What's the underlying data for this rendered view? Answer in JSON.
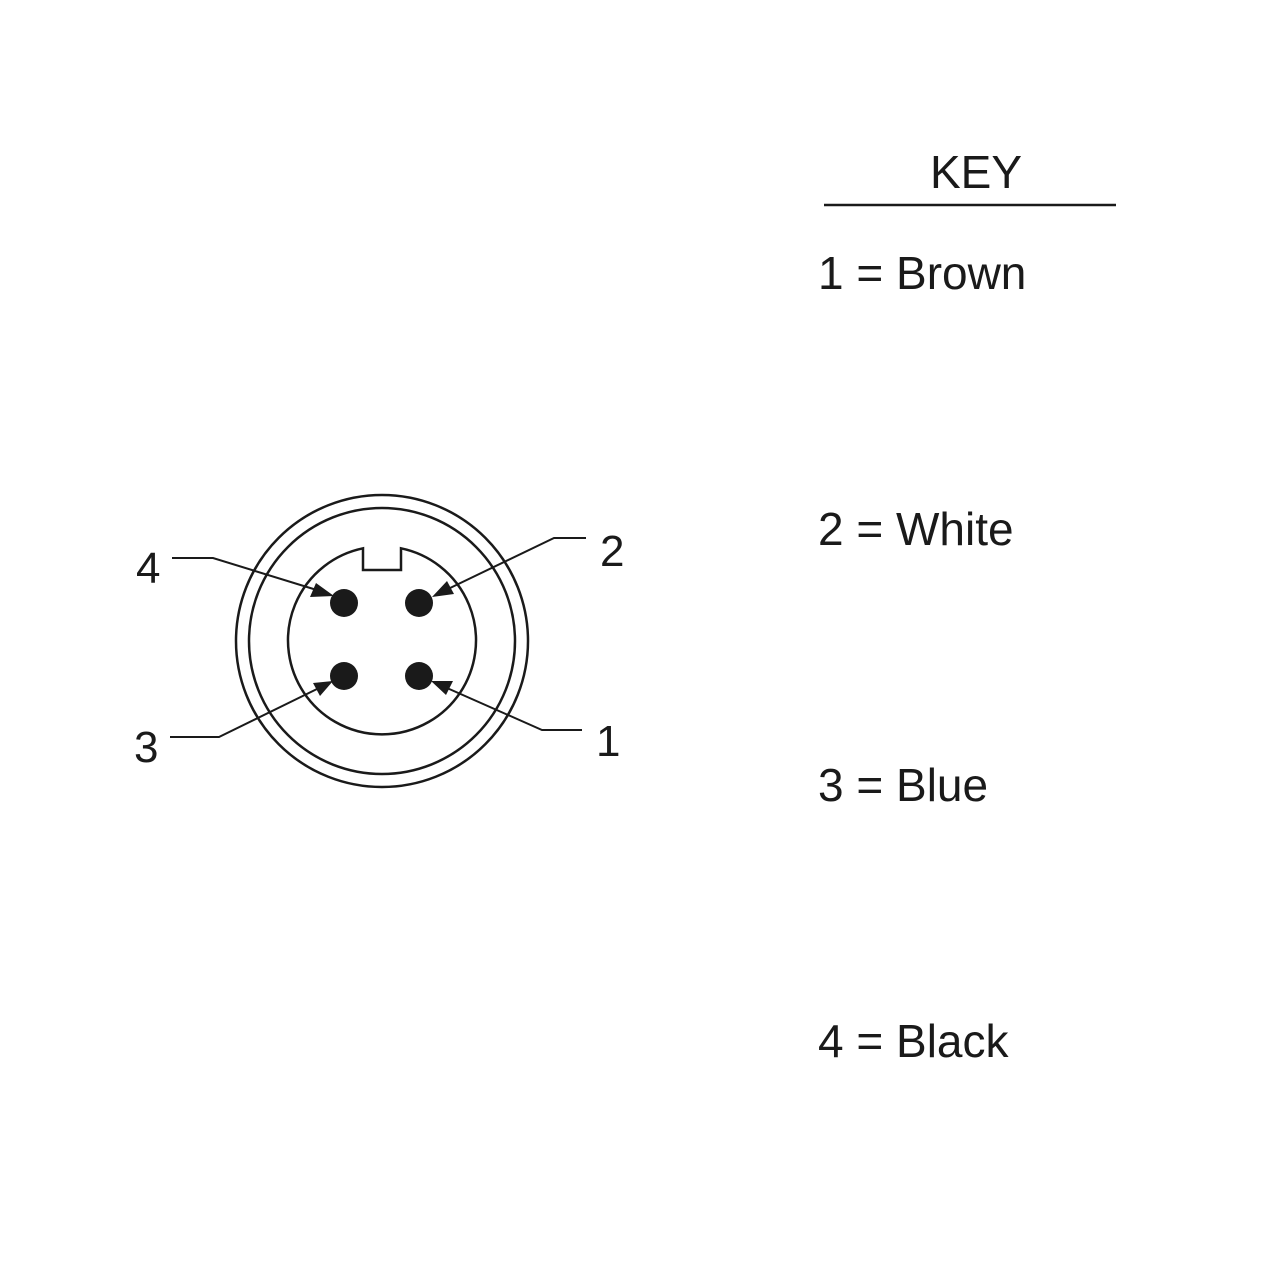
{
  "connector": {
    "pins": [
      {
        "number": "1"
      },
      {
        "number": "2"
      },
      {
        "number": "3"
      },
      {
        "number": "4"
      }
    ]
  },
  "key": {
    "title": "KEY",
    "entries": [
      {
        "label": "1 = Brown"
      },
      {
        "label": "2 = White"
      },
      {
        "label": "3 = Blue"
      },
      {
        "label": "4 = Black"
      }
    ]
  },
  "colors": {
    "ink": "#1a1a1a",
    "background": "#ffffff"
  }
}
